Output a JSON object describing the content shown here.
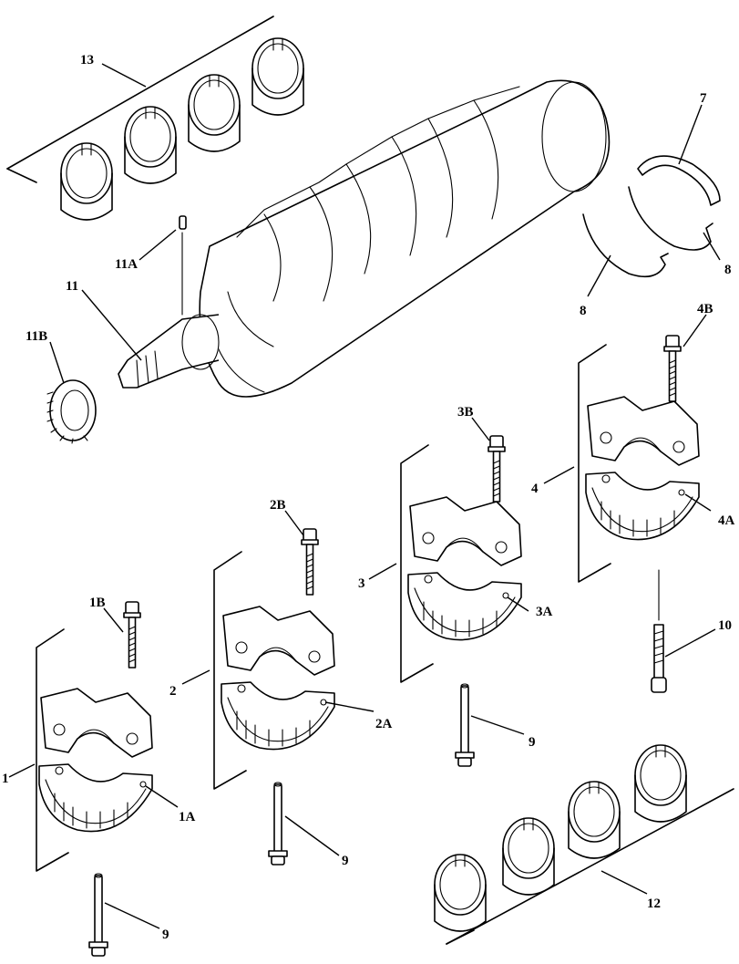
{
  "callouts": {
    "c13": "13",
    "c7": "7",
    "c8a": "8",
    "c8b": "8",
    "c11A": "11A",
    "c11": "11",
    "c11B": "11B",
    "c4B": "4B",
    "c3B": "3B",
    "c4": "4",
    "c4A": "4A",
    "c2B": "2B",
    "c3": "3",
    "c3A": "3A",
    "c1B": "1B",
    "c10": "10",
    "c2": "2",
    "c2A": "2A",
    "c9a": "9",
    "c1": "1",
    "c1A": "1A",
    "c9b": "9",
    "c12": "12",
    "c9c": "9"
  }
}
